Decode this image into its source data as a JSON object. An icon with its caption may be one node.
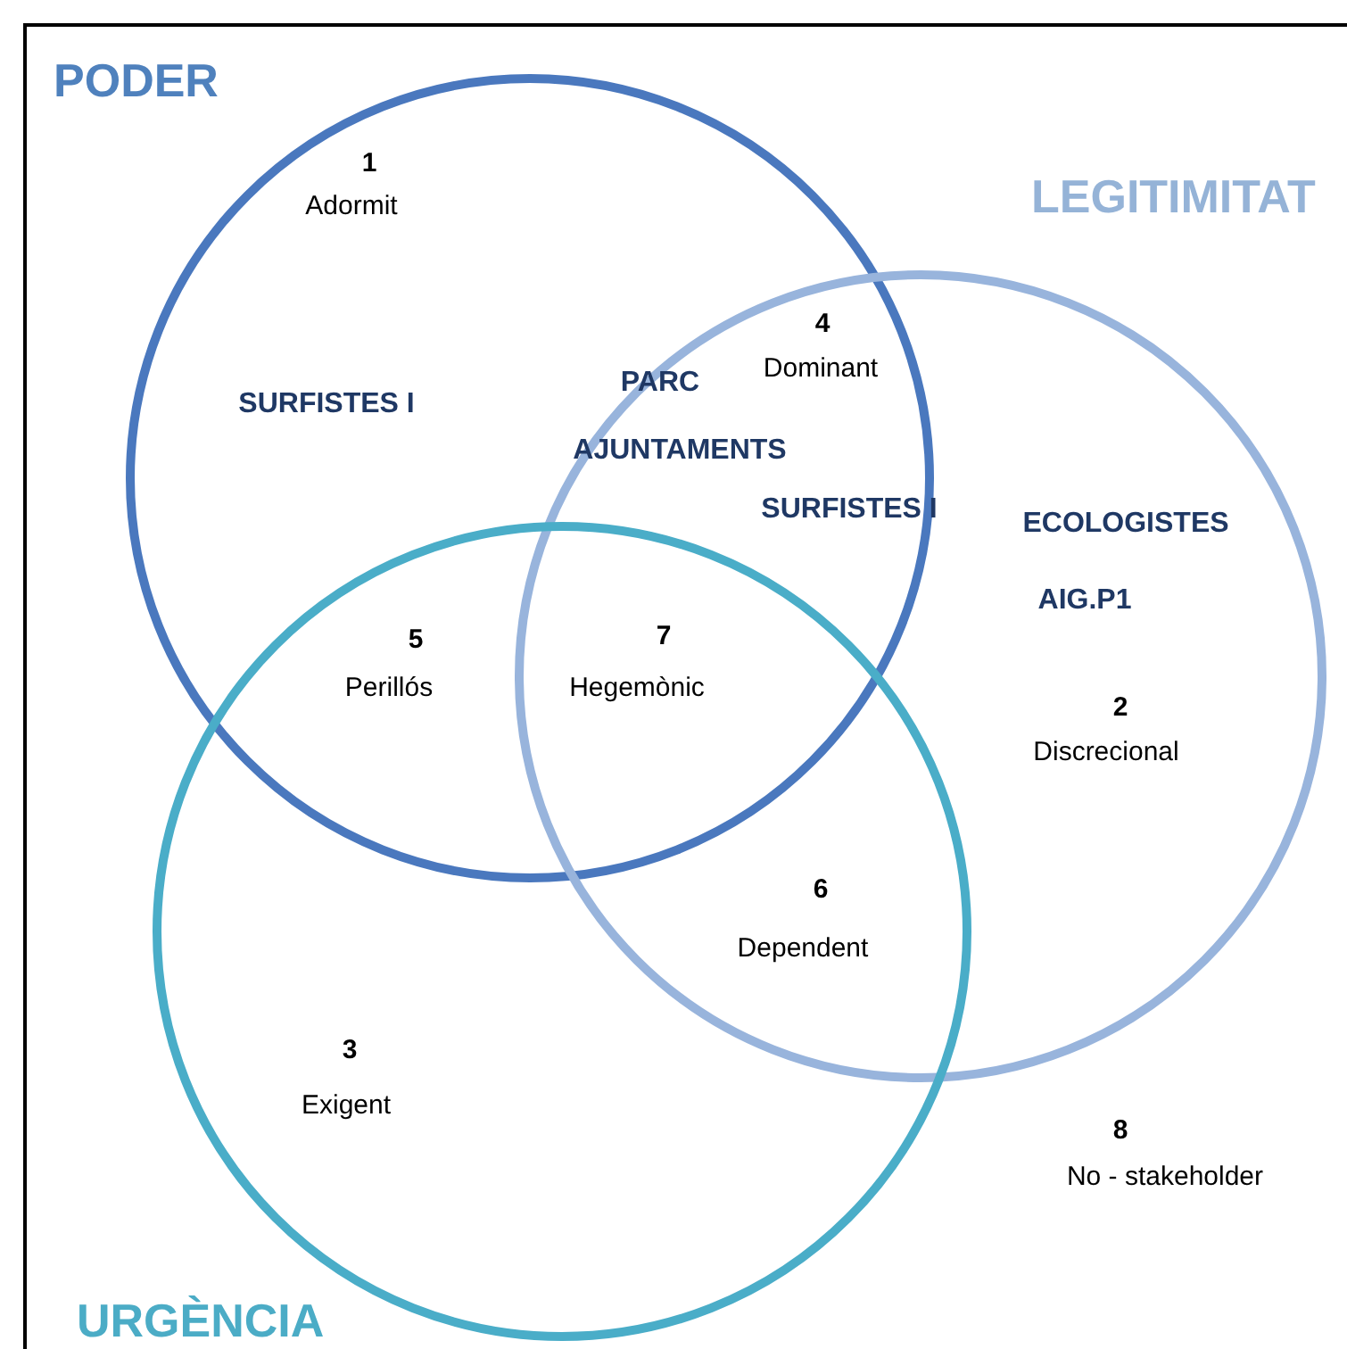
{
  "diagram": {
    "nodes": [
      {
        "text": [
          "PODER"
        ]
      },
      {
        "text": [
          "LEGITIMITAT"
        ]
      },
      {
        "text": [
          "URGÈNCIA"
        ]
      }
    ],
    "labels": [
      "1",
      "Adormit",
      "4",
      "Dominant",
      "SURFISTES I",
      "PARC",
      "AJUNTAMENTS",
      "SURFISTES I",
      "ECOLOGISTES",
      "AIG.P1",
      "5",
      "Perillós",
      "7",
      "Hegemònic",
      "2",
      "Discrecional",
      "6",
      "Dependent",
      "3",
      "Exigent",
      "8",
      "No - stakeholder"
    ]
  }
}
